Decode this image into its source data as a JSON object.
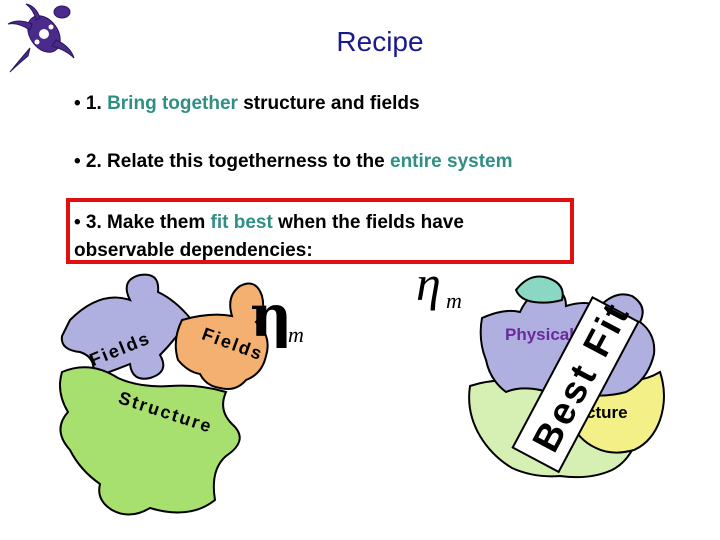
{
  "slide": {
    "title": "Recipe",
    "bullets": [
      {
        "prefix": "• 1. ",
        "highlight": "Bring together",
        "suffix": " structure and fields"
      },
      {
        "prefix": "• 2. Relate this togetherness to the ",
        "highlight": "entire system",
        "suffix": ""
      },
      {
        "prefix": "• 3. Make them ",
        "highlight": "fit best",
        "suffix": " when the fields have",
        "line2": "observable dependencies:"
      }
    ]
  },
  "puzzle_left": {
    "piece_fields_1": "Fields",
    "piece_fields_2": "Fields",
    "piece_structure": "Structure",
    "eta_bold": "η",
    "eta_sub": "m"
  },
  "puzzle_right": {
    "eta": "η",
    "eta_sub": "m",
    "piece_physical": "Physical Laws",
    "piece_structure": "Structure",
    "banner": "Best Fit"
  },
  "colors": {
    "title": "#1a1a8c",
    "highlight": "#2f8f85",
    "red_box": "#e01010",
    "piece_purple": "#b0b0e0",
    "piece_green": "#a8e070",
    "piece_orange": "#f4b070",
    "piece_yellow": "#f4f088",
    "piece_lightgreen": "#d6f0b4",
    "physical_text": "#6a2a9c"
  }
}
